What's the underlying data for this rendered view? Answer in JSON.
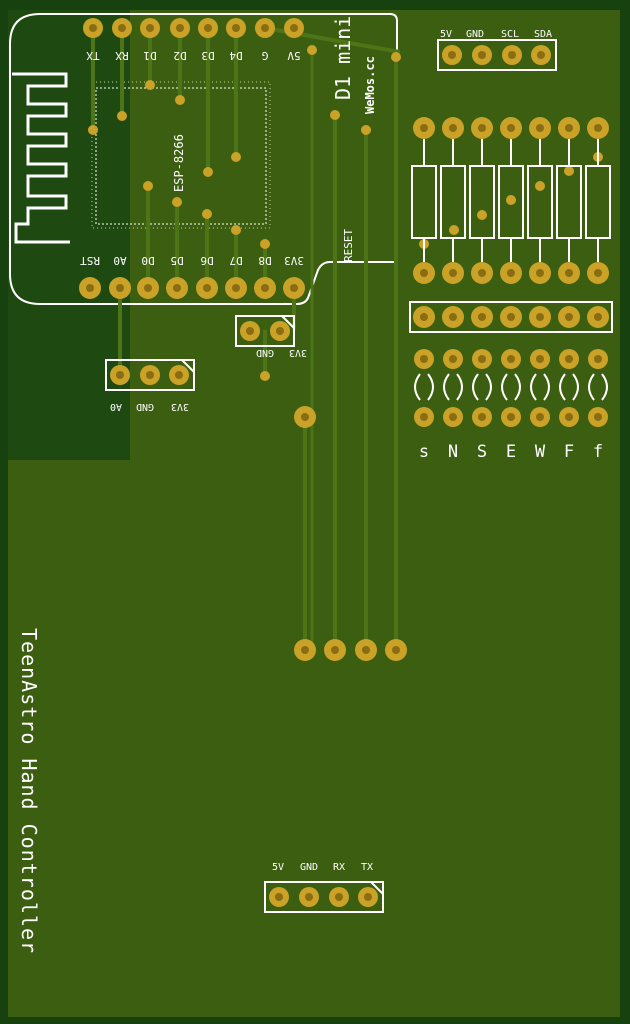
{
  "board": {
    "title": "TeenAstro Hand Controller",
    "colors": {
      "board": "#3b5e10",
      "board_dark": "#1e4a12",
      "edge": "#17420f",
      "trace": "#4d7417",
      "silk": "#ffffff",
      "pad": "#c9a227",
      "pad_dark": "#8a6d12"
    }
  },
  "module": {
    "name": "D1 mini",
    "brand": "WeMos.cc",
    "chip": "ESP-8266",
    "reset_label": "RESET",
    "top_pins": [
      "TX",
      "RX",
      "D1",
      "D2",
      "D3",
      "D4",
      "G",
      "5V"
    ],
    "bottom_pins": [
      "RST",
      "A0",
      "D0",
      "D5",
      "D6",
      "D7",
      "D8",
      "3V3"
    ]
  },
  "headers": {
    "i2c": [
      "5V",
      "GND",
      "SCL",
      "SDA"
    ],
    "power": [
      "GND",
      "3V3"
    ],
    "analog": [
      "A0",
      "GND",
      "3V3"
    ],
    "serial": [
      "5V",
      "GND",
      "RX",
      "TX"
    ]
  },
  "buttons": [
    "s",
    "N",
    "S",
    "E",
    "W",
    "F",
    "f"
  ]
}
